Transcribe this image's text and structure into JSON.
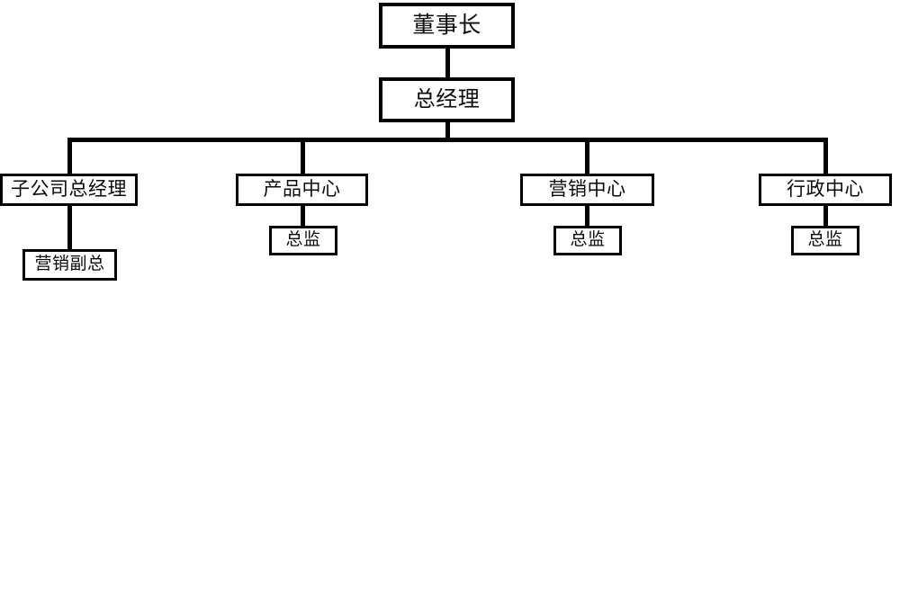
{
  "diagram": {
    "type": "org-chart",
    "orientation": "top-down",
    "background_color": "#ffffff",
    "line_color": "#000000",
    "text_color": "#0a0a0a",
    "nodes": {
      "chairman": {
        "label": "董事长"
      },
      "general_manager": {
        "label": "总经理"
      },
      "subsidiary_general_manager": {
        "label": "子公司总经理"
      },
      "product_center": {
        "label": "产品中心"
      },
      "marketing_center": {
        "label": "营销中心"
      },
      "admin_center": {
        "label": "行政中心"
      },
      "vp_marketing": {
        "label": "营销副总"
      },
      "director_product": {
        "label": "总监"
      },
      "director_marketing": {
        "label": "总监"
      },
      "director_admin": {
        "label": "总监"
      }
    }
  }
}
